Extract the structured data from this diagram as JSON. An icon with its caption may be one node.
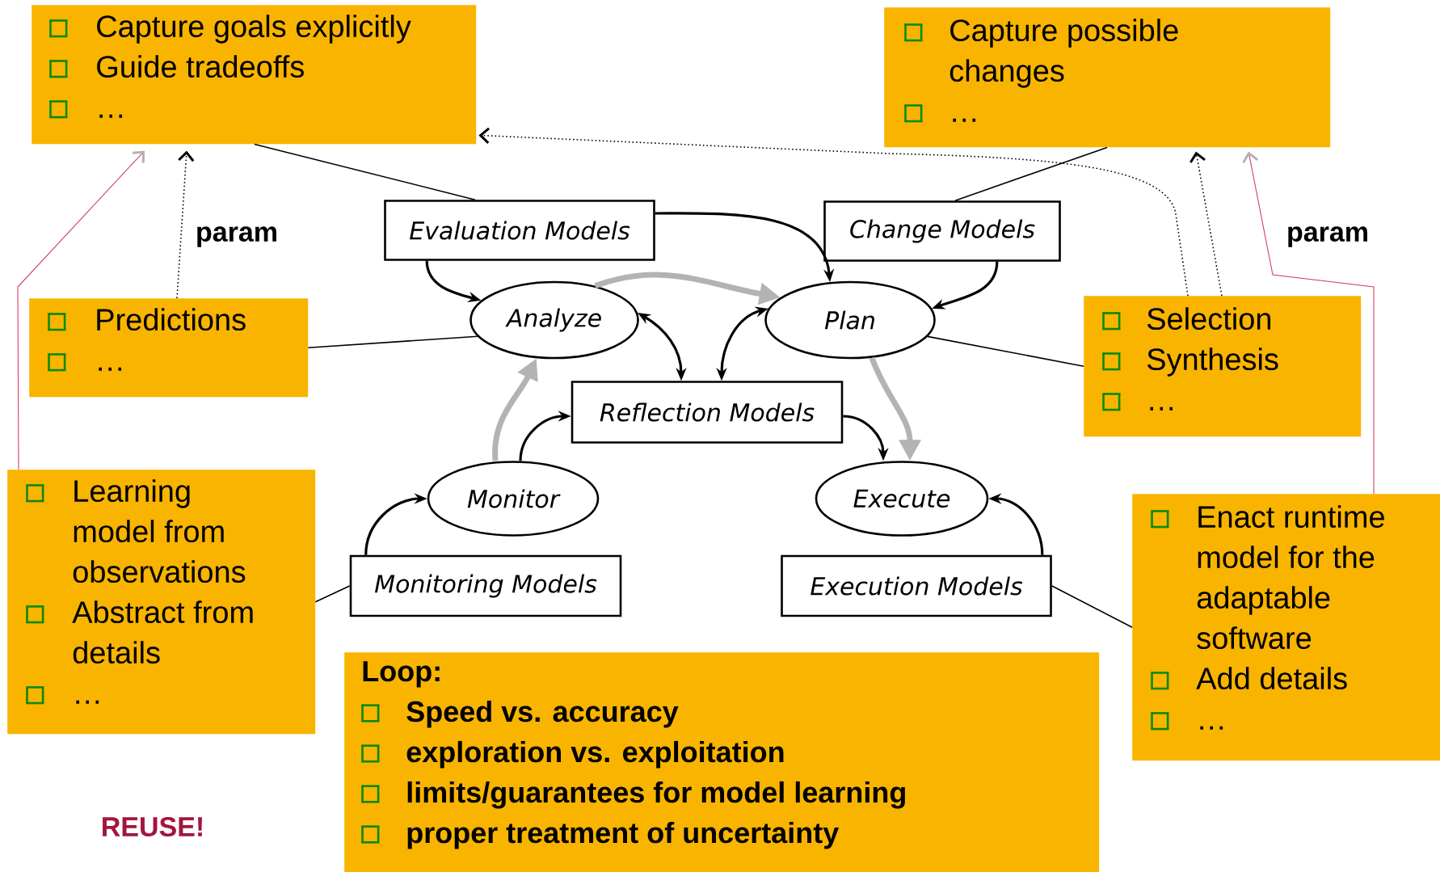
{
  "diagram": {
    "nodes": [
      {
        "text": [
          "Capture goals explicitly",
          "Guide tradeoffs",
          "…"
        ]
      },
      {
        "text": [
          "Capture possible changes",
          "…"
        ]
      },
      {
        "text": [
          "Evaluation Models"
        ]
      },
      {
        "text": [
          "Change Models"
        ]
      },
      {
        "text": [
          "Predictions",
          "…"
        ]
      },
      {
        "text": [
          "Analyze"
        ]
      },
      {
        "text": [
          "Plan"
        ]
      },
      {
        "text": [
          "Selection",
          "Synthesis",
          "…"
        ]
      },
      {
        "text": [
          "Reflection Models"
        ]
      },
      {
        "text": [
          "Learning model from observations",
          "Abstract from details",
          "…"
        ]
      },
      {
        "text": [
          "Monitor"
        ]
      },
      {
        "text": [
          "Execute"
        ]
      },
      {
        "text": [
          "Enact runtime model for the adaptable software",
          "Add details",
          "…"
        ]
      },
      {
        "text": [
          "Monitoring Models"
        ]
      },
      {
        "text": [
          "Execution Models"
        ]
      },
      {
        "text": [
          "Loop:",
          "Speed vs. accuracy",
          "exploration vs. exploitation",
          "limits/guarantees for model learning",
          "proper treatment of uncertainty"
        ]
      }
    ],
    "edges": [
      {
        "from": 2,
        "to": 5,
        "arrow": "to"
      },
      {
        "from": 2,
        "to": 6,
        "arrow": "to"
      },
      {
        "from": 3,
        "to": 6,
        "arrow": "to"
      },
      {
        "from": 5,
        "to": 8,
        "arrow": "both"
      },
      {
        "from": 6,
        "to": 8,
        "arrow": "both"
      },
      {
        "from": 10,
        "to": 8,
        "arrow": "to"
      },
      {
        "from": 8,
        "to": 11,
        "arrow": "to"
      },
      {
        "from": 13,
        "to": 10,
        "arrow": "to"
      },
      {
        "from": 14,
        "to": 11,
        "arrow": "to"
      },
      {
        "from": 5,
        "to": 6,
        "arrow": "to",
        "style": "thick",
        "color": "#b3b3b3"
      },
      {
        "from": 10,
        "to": 5,
        "arrow": "to",
        "style": "thick",
        "color": "#b3b3b3"
      },
      {
        "from": 6,
        "to": 11,
        "arrow": "to",
        "style": "thick",
        "color": "#b3b3b3"
      },
      {
        "from": 0,
        "to": 2,
        "arrow": "none"
      },
      {
        "from": 1,
        "to": 3,
        "arrow": "none"
      },
      {
        "from": 4,
        "to": 5,
        "arrow": "none"
      },
      {
        "from": 7,
        "to": 6,
        "arrow": "none"
      },
      {
        "from": 9,
        "to": 13,
        "arrow": "none"
      },
      {
        "from": 12,
        "to": 14,
        "arrow": "none"
      },
      {
        "from": 9,
        "to": 0,
        "arrow": "to",
        "color": "#d0406a"
      },
      {
        "from": 4,
        "to": 0,
        "arrow": "to",
        "style": "dashed"
      },
      {
        "from": 7,
        "to": 1,
        "arrow": "to",
        "style": "dashed"
      },
      {
        "from": 7,
        "to": 0,
        "arrow": "to",
        "style": "dashed"
      },
      {
        "from": 12,
        "to": 1,
        "arrow": "to",
        "color": "#d0406a"
      }
    ],
    "labels": [
      "param",
      "param",
      "REUSE!"
    ]
  }
}
